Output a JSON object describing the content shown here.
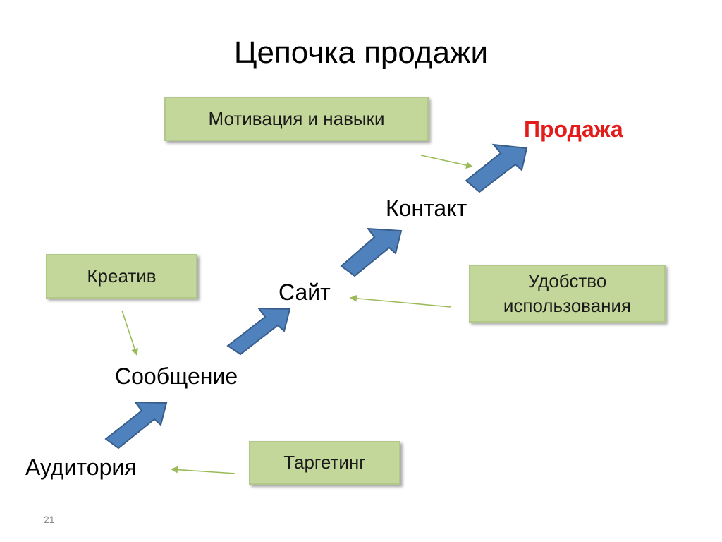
{
  "slide": {
    "title": "Цепочка продажи",
    "page_number": "21"
  },
  "boxes": {
    "motivation": "Мотивация и навыки",
    "creative": "Креатив",
    "usability": "Удобство использования",
    "targeting": "Таргетинг"
  },
  "nodes": {
    "audience": "Аудитория",
    "message": "Сообщение",
    "site": "Сайт",
    "contact": "Контакт",
    "sale": "Продажа"
  },
  "colors": {
    "box_fill": "#c4d79b",
    "box_border": "#b2c78a",
    "flow_arrow_fill": "#4f81bd",
    "flow_arrow_stroke": "#385d8a",
    "influence_arrow": "#9bbb59",
    "sale_text": "#e31b1b"
  }
}
